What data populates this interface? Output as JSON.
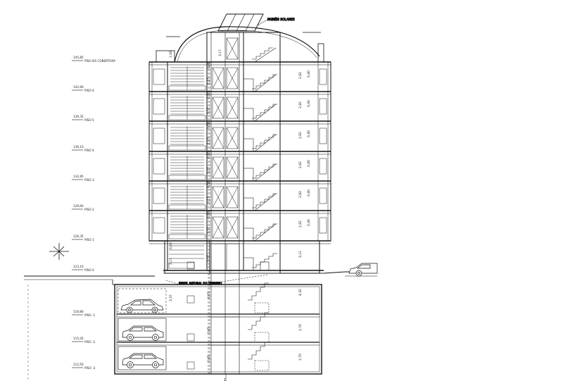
{
  "drawing": {
    "solar_label": "PAINÉIS SOLARES",
    "terrain_label": "PERFIL NATURAL DO TERRENO",
    "axis_mark": "1"
  },
  "levels": [
    {
      "elev": "145,85",
      "name": "PISO DA COBERTURA"
    },
    {
      "elev": "142,60",
      "name": "PISO 6"
    },
    {
      "elev": "139,35",
      "name": "PISO 5"
    },
    {
      "elev": "136,10",
      "name": "PISO 4"
    },
    {
      "elev": "132,85",
      "name": "PISO 3"
    },
    {
      "elev": "129,60",
      "name": "PISO 2"
    },
    {
      "elev": "126,35",
      "name": "PISO 1"
    },
    {
      "elev": "123,10",
      "name": "PISO 0"
    },
    {
      "elev": "118,80",
      "name": "PISO -1"
    },
    {
      "elev": "115,45",
      "name": "PISO -2"
    },
    {
      "elev": "112,50",
      "name": "PISO -3"
    }
  ],
  "dimensions": {
    "right_column": [
      "2,82",
      "0,40",
      "2,82",
      "0,40",
      "2,82",
      "0,40",
      "2,82",
      "0,40",
      "2,82",
      "0,40",
      "2,82",
      "0,40",
      "3,12",
      "4,32",
      "2,70",
      "2,70"
    ],
    "storey_marks": [
      "0,40",
      "2,17",
      "0,50",
      "2,17",
      "0,50",
      "2,17",
      "0,50",
      "2,17",
      "0,50",
      "2,17",
      "0,50",
      "2,17",
      "0,50",
      "2,17",
      "2,57",
      "4,07",
      "2,45",
      "2,45"
    ],
    "top_marks": [
      "1,00",
      "3,17"
    ],
    "basement_mark": "3,37"
  },
  "colors": {
    "line": "#111111",
    "background": "#ffffff"
  }
}
